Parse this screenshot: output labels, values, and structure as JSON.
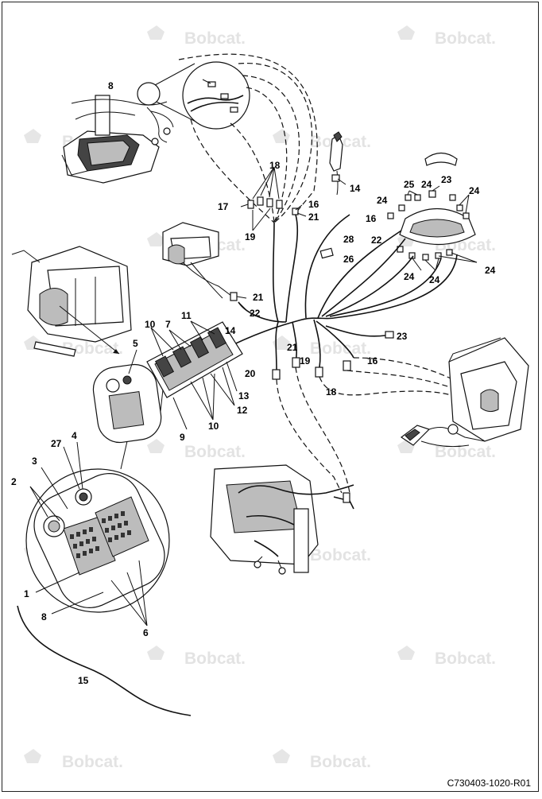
{
  "watermark": {
    "text": "Bobcat."
  },
  "document": {
    "code": "C730403-1020-R01"
  },
  "callouts": {
    "c1": "1",
    "c2": "2",
    "c3": "3",
    "c4": "4",
    "c5": "5",
    "c6": "6",
    "c7": "7",
    "c8": "8",
    "c9": "9",
    "c10": "10",
    "c11": "11",
    "c12": "12",
    "c13": "13",
    "c14": "14",
    "c15": "15",
    "c16": "16",
    "c17": "17",
    "c18": "18",
    "c19": "19",
    "c20": "20",
    "c21": "21",
    "c22": "22",
    "c23": "23",
    "c24": "24",
    "c25": "25",
    "c26": "26",
    "c27": "27",
    "c28": "28"
  }
}
